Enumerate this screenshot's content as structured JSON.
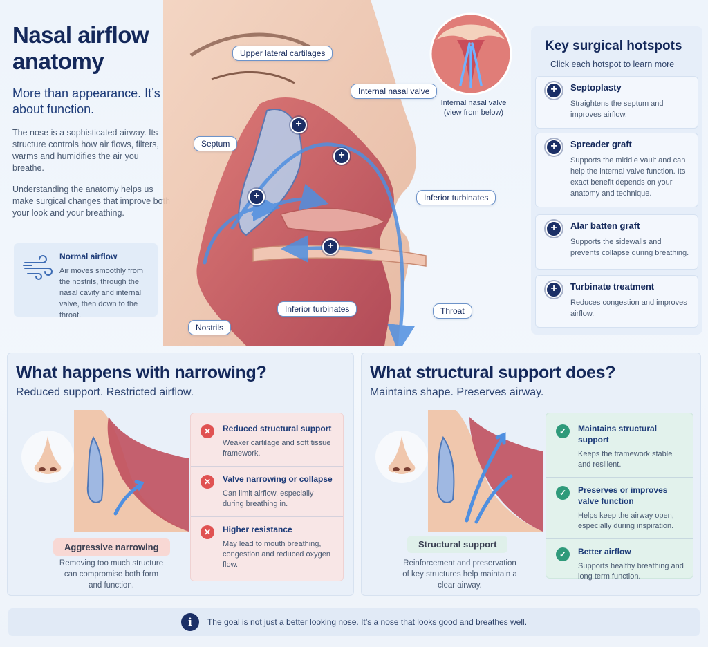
{
  "intro": {
    "title": "Nasal airflow anatomy",
    "tagline": "More than appearance. It’s about function.",
    "para1": "The nose is a sophisticated airway. Its structure controls how air flows, filters, warms and humidifies the air you breathe.",
    "para2": "Understanding the anatomy helps us make surgical changes that improve both your look and your breathing."
  },
  "normal_airflow": {
    "icon": "wind-icon",
    "title": "Normal airflow",
    "desc": "Air moves smoothly from the nostrils, through the nasal cavity and internal valve, then down to the throat."
  },
  "labels": {
    "upper_lateral": "Upper lateral cartilages",
    "internal_valve": "Internal nasal valve",
    "septum": "Septum",
    "inferior_turbinates_1": "Inferior turbinates",
    "inferior_turbinates_2": "Inferior turbinates",
    "nostrils": "Nostrils",
    "throat": "Throat"
  },
  "valve_inset": {
    "caption": "Internal nasal valve (view from below)"
  },
  "hotspots": {
    "title": "Key surgical hotspots",
    "subtitle": "Click each hotspot to learn more",
    "items": [
      {
        "title": "Septoplasty",
        "desc": "Straightens the septum and improves airflow."
      },
      {
        "title": "Spreader graft",
        "desc": "Supports the middle vault and can help the internal valve function. Its exact benefit depends on your anatomy and technique."
      },
      {
        "title": "Alar batten graft",
        "desc": "Supports the sidewalls and prevents collapse during breathing."
      },
      {
        "title": "Turbinate treatment",
        "desc": "Reduces congestion and improves airflow."
      }
    ]
  },
  "narrowing": {
    "title": "What happens with narrowing?",
    "subtitle": "Reduced support. Restricted airflow.",
    "pill": "Aggressive narrowing",
    "caption": "Removing too much structure can compromise both form and function.",
    "items": [
      {
        "title": "Reduced structural support",
        "desc": "Weaker cartilage and soft tissue framework."
      },
      {
        "title": "Valve narrowing or collapse",
        "desc": "Can limit airflow, especially during breathing in."
      },
      {
        "title": "Higher resistance",
        "desc": "May lead to mouth breathing, congestion and reduced oxygen flow."
      }
    ],
    "color": "#e05252"
  },
  "support": {
    "title": "What structural support does?",
    "subtitle": "Maintains shape. Preserves airway.",
    "pill": "Structural support",
    "caption": "Reinforcement and preservation of key structures help maintain a clear airway.",
    "items": [
      {
        "title": "Maintains structural support",
        "desc": "Keeps the framework stable and resilient."
      },
      {
        "title": "Preserves or improves valve function",
        "desc": "Helps keep the airway open, especially during inspiration."
      },
      {
        "title": "Better airflow",
        "desc": "Supports healthy breathing and long term function."
      }
    ],
    "color": "#2f9a7a"
  },
  "footer": {
    "text": "The goal is not just a better looking nose. It’s a nose that looks good and breathes well."
  }
}
